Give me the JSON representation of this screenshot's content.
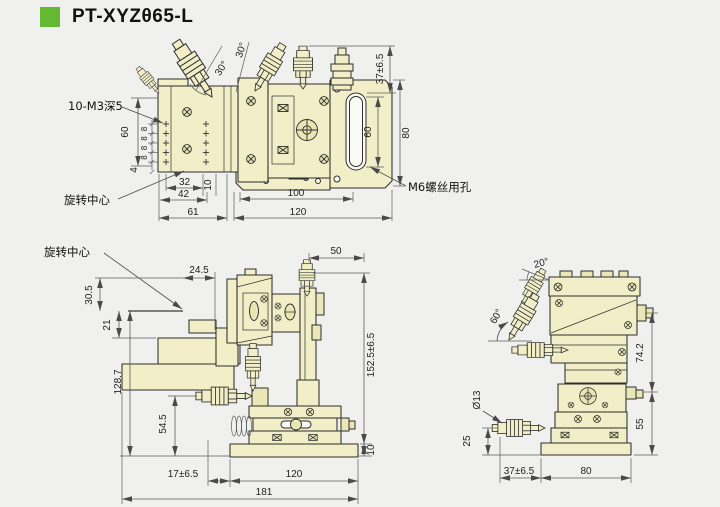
{
  "title": {
    "text": "PT-XYZθ65-L"
  },
  "colors": {
    "accent_green": "#64b832",
    "body_fill": "#f2efc8",
    "outline": "#2e2e2e",
    "dim_line": "#5c5c5c",
    "background": "#f0f0ee"
  },
  "top_view": {
    "thread_label": "10-M3深5",
    "rotation_center_label": "旋转中心",
    "screw_hole_label": "M6螺丝用孔",
    "angle_a": "30°",
    "angle_b": "30°",
    "left_chain": {
      "total": "60",
      "s1": "8",
      "s2": "8",
      "s3": "8",
      "s4": "8",
      "edge": "4"
    },
    "bottom": {
      "d32": "32",
      "d42": "42",
      "d61": "61",
      "d10": "10",
      "d100": "100",
      "d120": "120"
    },
    "right": {
      "d37": "37±6.5",
      "d60": "60",
      "d80": "80"
    }
  },
  "front_view": {
    "rotation_center_label": "旋转中心",
    "dims": {
      "d24_5": "24.5",
      "d30_5": "30.5",
      "d21": "21",
      "d50": "50",
      "d128_7": "128.7",
      "d54_5": "54.5",
      "d152_5": "152.5±6.5",
      "d10": "10",
      "d17": "17±6.5",
      "d120": "120",
      "d181": "181"
    }
  },
  "side_view": {
    "angle_top": "20°",
    "angle_left": "60°",
    "dims": {
      "d74_2": "74.2",
      "d55": "55",
      "d25": "25",
      "d13": "Ø13",
      "d37": "37±6.5",
      "d80": "80"
    }
  }
}
